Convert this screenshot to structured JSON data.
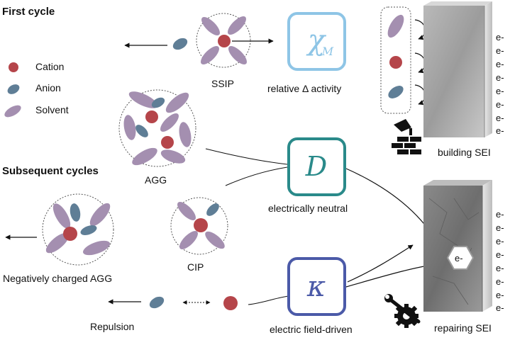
{
  "headings": {
    "first_cycle": "First cycle",
    "subsequent_cycles": "Subsequent cycles"
  },
  "legend": {
    "cation": "Cation",
    "anion": "Anion",
    "solvent": "Solvent"
  },
  "clusters": {
    "ssip": "SSIP",
    "agg": "AGG",
    "cip": "CIP",
    "neg_agg": "Negatively charged AGG",
    "repulsion": "Repulsion"
  },
  "boxes": {
    "chi": {
      "label": "relative Δ activity",
      "color": "#8ec5e6"
    },
    "d": {
      "label": "electrically neutral",
      "color": "#2a8a8a"
    },
    "kappa": {
      "label": "electric field-driven",
      "color": "#4b5aa8"
    }
  },
  "sei": {
    "building": "building SEI",
    "repairing": "repairing SEI",
    "electron": "e-"
  },
  "colors": {
    "cation": "#b5454a",
    "anion": "#5f7e96",
    "solvent": "#a48fb0"
  }
}
